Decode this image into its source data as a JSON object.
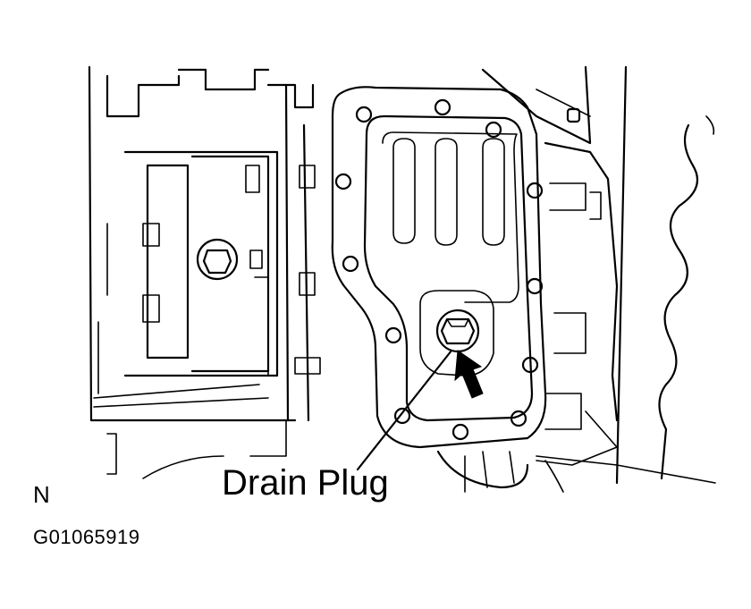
{
  "diagram": {
    "callout_label": "Drain Plug",
    "view_letter": "N",
    "figure_code": "G01065919"
  }
}
